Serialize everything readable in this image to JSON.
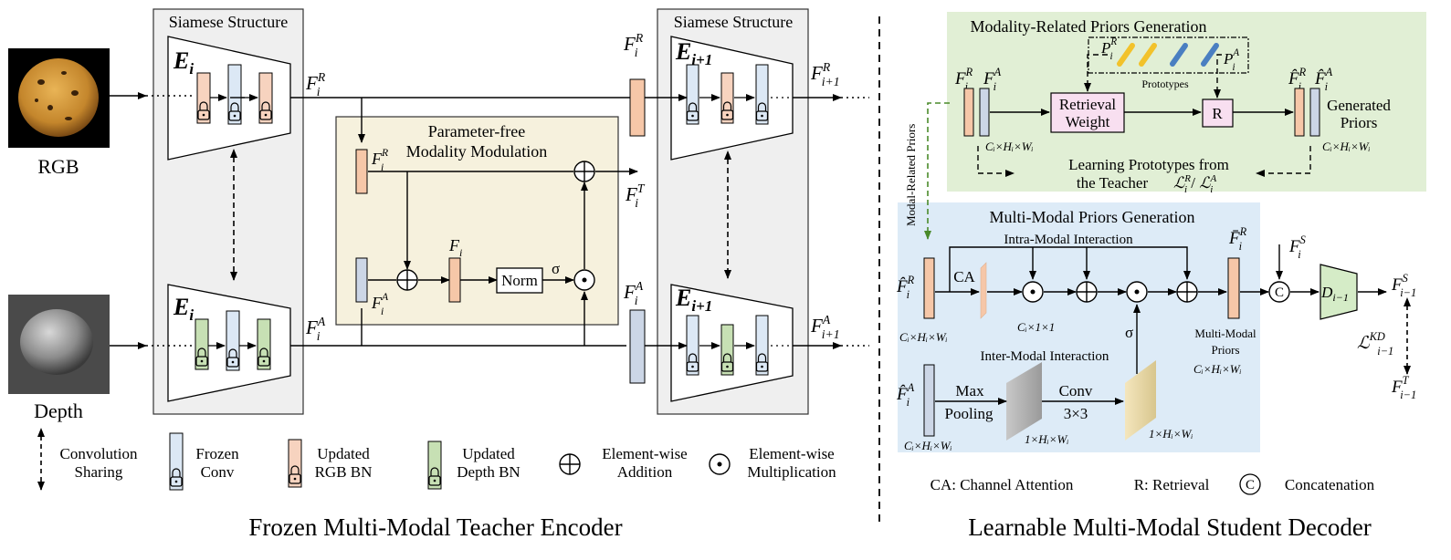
{
  "inputs": {
    "rgb_label": "RGB",
    "depth_label": "Depth"
  },
  "teacher": {
    "siamese_left_title": "Siamese Structure",
    "siamese_right_title": "Siamese Structure",
    "encoder_i": "E",
    "encoder_i_sub": "i",
    "encoder_i1_sub": "i+1",
    "pfmm_title_line1": "Parameter-free",
    "pfmm_title_line2": "Modality Modulation",
    "norm_label": "Norm",
    "sigma": "σ",
    "caption": "Frozen Multi-Modal Teacher Encoder"
  },
  "features": {
    "F": "F",
    "sup_R": "R",
    "sup_A": "A",
    "sup_T": "T",
    "sup_S": "S",
    "sup_KD": "KD",
    "sub_i": "i",
    "sub_i1": "i+1",
    "sub_im1": "i−1"
  },
  "legend": {
    "conv_sharing_line1": "Convolution",
    "conv_sharing_line2": "Sharing",
    "frozen_line1": "Frozen",
    "frozen_line2": "Conv",
    "rgbbn_line1": "Updated",
    "rgbbn_line2": "RGB BN",
    "depthbn_line1": "Updated",
    "depthbn_line2": "Depth BN",
    "add_line1": "Element-wise",
    "add_line2": "Addition",
    "mul_line1": "Element-wise",
    "mul_line2": "Multiplication",
    "ca_def": "CA:  Channel Attention",
    "r_def": "R:  Retrieval",
    "c_def": "Concatenation"
  },
  "student": {
    "mrpg_title": "Modality-Related Priors Generation",
    "prototypes_label": "Prototypes",
    "retrieval_line1": "Retrieval",
    "retrieval_line2": "Weight",
    "r_box": "R",
    "generated_line1": "Generated",
    "generated_line2": "Priors",
    "learning_line1": "Learning Prototypes from",
    "learning_line2": "the Teacher  ",
    "loss_sep": " / ",
    "dim_chw": "Cᵢ×Hᵢ×Wᵢ",
    "dim_c11": "Cᵢ×1×1",
    "dim_1hw": "1×Hᵢ×Wᵢ",
    "side_label": "Modal-Related Priors",
    "mmpg_title": "Multi-Modal Priors Generation",
    "intra_label": "Intra-Modal Interaction",
    "inter_label": "Inter-Modal Interaction",
    "ca_label": "CA",
    "max_pool_line1": "Max",
    "max_pool_line2": "Pooling",
    "conv_line1": "Conv",
    "conv_line2": "3×3",
    "mm_priors_line1": "Multi-Modal",
    "mm_priors_line2": "Priors",
    "concat_symbol": "C",
    "decoder": "D",
    "caption": "Learnable Multi-Modal Student Decoder",
    "loss_symbol": "ℒ"
  },
  "colors": {
    "frozen": "#dce8f5",
    "rgb_bn": "#f7d3bf",
    "depth_bn": "#c7e0b4",
    "feat_rgb": "#f6c7a8",
    "feat_depth": "#ccd6e6",
    "pfmm_bg": "#f6f1dd",
    "siamese_bg": "#efefef",
    "mrpg_bg": "#e1efd5",
    "mmpg_bg": "#ddebf7",
    "decoder": "#d5ecc7",
    "retrieval": "#f8dff0",
    "dash_green": "#4a8a2a"
  }
}
